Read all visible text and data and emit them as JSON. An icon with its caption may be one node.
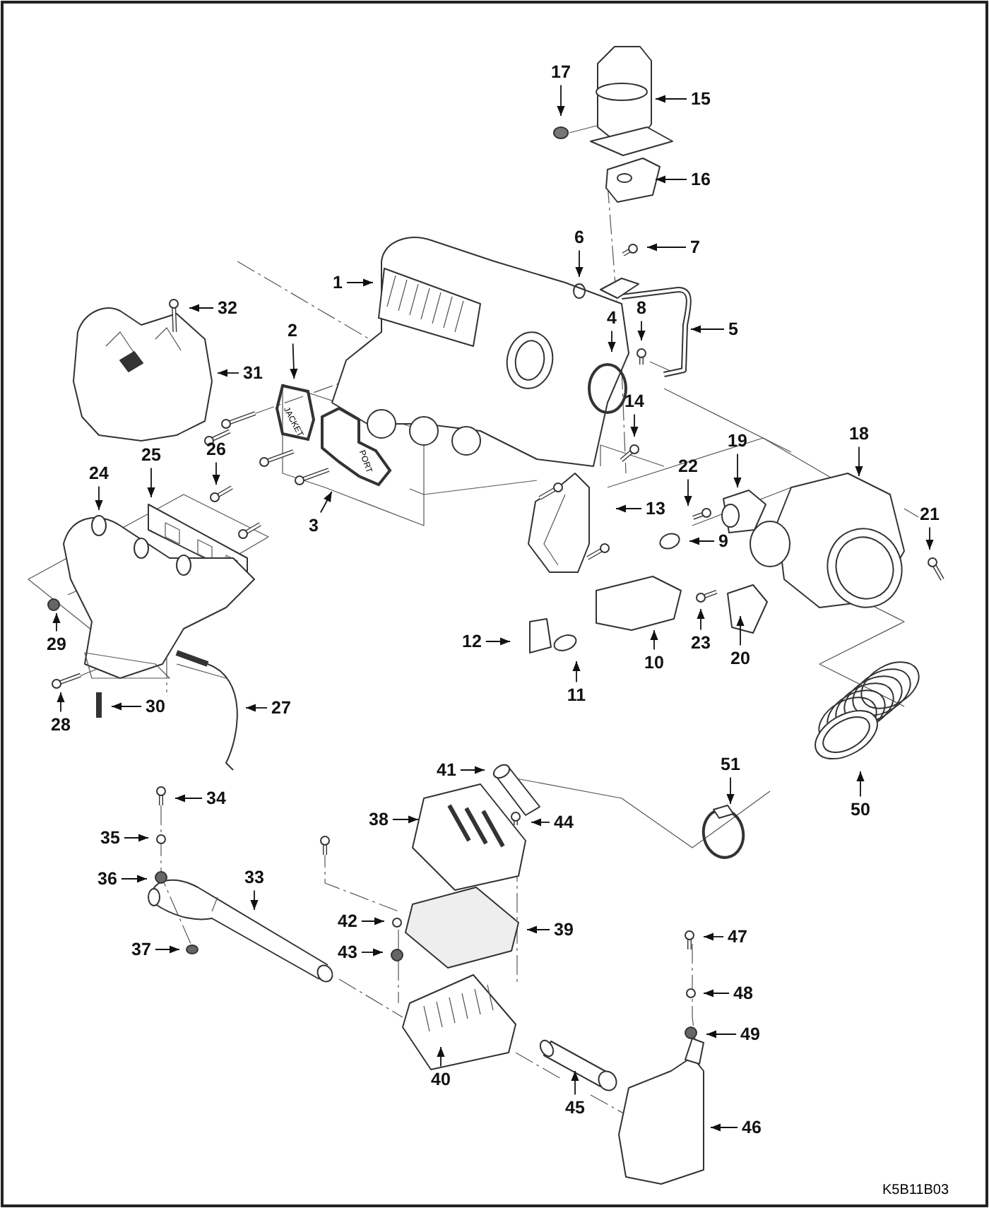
{
  "diagram": {
    "nodes": [
      {
        "text": [
          "1"
        ]
      },
      {
        "text": [
          "2"
        ]
      },
      {
        "text": [
          "3"
        ]
      },
      {
        "text": [
          "4"
        ]
      },
      {
        "text": [
          "5"
        ]
      },
      {
        "text": [
          "6"
        ]
      },
      {
        "text": [
          "7"
        ]
      },
      {
        "text": [
          "8"
        ]
      },
      {
        "text": [
          "9"
        ]
      },
      {
        "text": [
          "10"
        ]
      },
      {
        "text": [
          "11"
        ]
      },
      {
        "text": [
          "12"
        ]
      },
      {
        "text": [
          "13"
        ]
      },
      {
        "text": [
          "14"
        ]
      },
      {
        "text": [
          "15"
        ]
      },
      {
        "text": [
          "16"
        ]
      },
      {
        "text": [
          "17"
        ]
      },
      {
        "text": [
          "18"
        ]
      },
      {
        "text": [
          "19"
        ]
      },
      {
        "text": [
          "20"
        ]
      },
      {
        "text": [
          "21"
        ]
      },
      {
        "text": [
          "22"
        ]
      },
      {
        "text": [
          "23"
        ]
      },
      {
        "text": [
          "24"
        ]
      },
      {
        "text": [
          "25"
        ]
      },
      {
        "text": [
          "26"
        ]
      },
      {
        "text": [
          "27"
        ]
      },
      {
        "text": [
          "28"
        ]
      },
      {
        "text": [
          "29"
        ]
      },
      {
        "text": [
          "30"
        ]
      },
      {
        "text": [
          "31"
        ]
      },
      {
        "text": [
          "32"
        ]
      },
      {
        "text": [
          "33"
        ]
      },
      {
        "text": [
          "34"
        ]
      },
      {
        "text": [
          "35"
        ]
      },
      {
        "text": [
          "36"
        ]
      },
      {
        "text": [
          "37"
        ]
      },
      {
        "text": [
          "38"
        ]
      },
      {
        "text": [
          "39"
        ]
      },
      {
        "text": [
          "40"
        ]
      },
      {
        "text": [
          "41"
        ]
      },
      {
        "text": [
          "42"
        ]
      },
      {
        "text": [
          "43"
        ]
      },
      {
        "text": [
          "44"
        ]
      },
      {
        "text": [
          "45"
        ]
      },
      {
        "text": [
          "46"
        ]
      },
      {
        "text": [
          "47"
        ]
      },
      {
        "text": [
          "48"
        ]
      },
      {
        "text": [
          "49"
        ]
      },
      {
        "text": [
          "50"
        ]
      },
      {
        "text": [
          "51"
        ]
      },
      {
        "text": [
          "JACKET"
        ]
      },
      {
        "text": [
          "PORT"
        ]
      }
    ],
    "edges": [
      {
        "from": 0,
        "to": null,
        "arrow": "to"
      },
      {
        "from": 1,
        "to": 51,
        "arrow": "to"
      },
      {
        "from": 2,
        "to": 52,
        "arrow": "to"
      },
      {
        "from": 3,
        "to": null,
        "arrow": "to"
      },
      {
        "from": 4,
        "to": null,
        "arrow": "to"
      },
      {
        "from": 5,
        "to": null,
        "arrow": "to"
      },
      {
        "from": 6,
        "to": null,
        "arrow": "to"
      },
      {
        "from": 7,
        "to": null,
        "arrow": "to"
      },
      {
        "from": 8,
        "to": null,
        "arrow": "to"
      },
      {
        "from": 9,
        "to": null,
        "arrow": "to"
      },
      {
        "from": 10,
        "to": null,
        "arrow": "to"
      },
      {
        "from": 11,
        "to": null,
        "arrow": "to"
      },
      {
        "from": 12,
        "to": null,
        "arrow": "to"
      },
      {
        "from": 13,
        "to": null,
        "arrow": "to"
      },
      {
        "from": 14,
        "to": null,
        "arrow": "to"
      },
      {
        "from": 15,
        "to": null,
        "arrow": "to"
      },
      {
        "from": 16,
        "to": null,
        "arrow": "to"
      },
      {
        "from": 17,
        "to": null,
        "arrow": "to"
      },
      {
        "from": 18,
        "to": null,
        "arrow": "to"
      },
      {
        "from": 19,
        "to": null,
        "arrow": "to"
      },
      {
        "from": 20,
        "to": null,
        "arrow": "to"
      },
      {
        "from": 21,
        "to": null,
        "arrow": "to"
      },
      {
        "from": 22,
        "to": null,
        "arrow": "to"
      },
      {
        "from": 23,
        "to": null,
        "arrow": "to"
      },
      {
        "from": 24,
        "to": null,
        "arrow": "to"
      },
      {
        "from": 25,
        "to": null,
        "arrow": "to"
      },
      {
        "from": 26,
        "to": null,
        "arrow": "to"
      },
      {
        "from": 27,
        "to": null,
        "arrow": "to"
      },
      {
        "from": 28,
        "to": null,
        "arrow": "to"
      },
      {
        "from": 29,
        "to": null,
        "arrow": "to"
      },
      {
        "from": 30,
        "to": null,
        "arrow": "to"
      },
      {
        "from": 31,
        "to": null,
        "arrow": "to"
      },
      {
        "from": 32,
        "to": null,
        "arrow": "to"
      },
      {
        "from": 33,
        "to": null,
        "arrow": "to"
      },
      {
        "from": 34,
        "to": null,
        "arrow": "to"
      },
      {
        "from": 35,
        "to": null,
        "arrow": "to"
      },
      {
        "from": 36,
        "to": null,
        "arrow": "to"
      },
      {
        "from": 37,
        "to": null,
        "arrow": "to"
      },
      {
        "from": 38,
        "to": null,
        "arrow": "to"
      },
      {
        "from": 39,
        "to": null,
        "arrow": "to"
      },
      {
        "from": 40,
        "to": null,
        "arrow": "to"
      },
      {
        "from": 41,
        "to": null,
        "arrow": "to"
      },
      {
        "from": 42,
        "to": null,
        "arrow": "to"
      },
      {
        "from": 43,
        "to": null,
        "arrow": "to"
      },
      {
        "from": 44,
        "to": null,
        "arrow": "to"
      },
      {
        "from": 45,
        "to": null,
        "arrow": "to"
      },
      {
        "from": 46,
        "to": null,
        "arrow": "to"
      },
      {
        "from": 47,
        "to": null,
        "arrow": "to"
      },
      {
        "from": 48,
        "to": null,
        "arrow": "to"
      },
      {
        "from": 49,
        "to": null,
        "arrow": "to"
      },
      {
        "from": 50,
        "to": null,
        "arrow": "to"
      }
    ],
    "labels": [
      "K5B11B03"
    ]
  }
}
